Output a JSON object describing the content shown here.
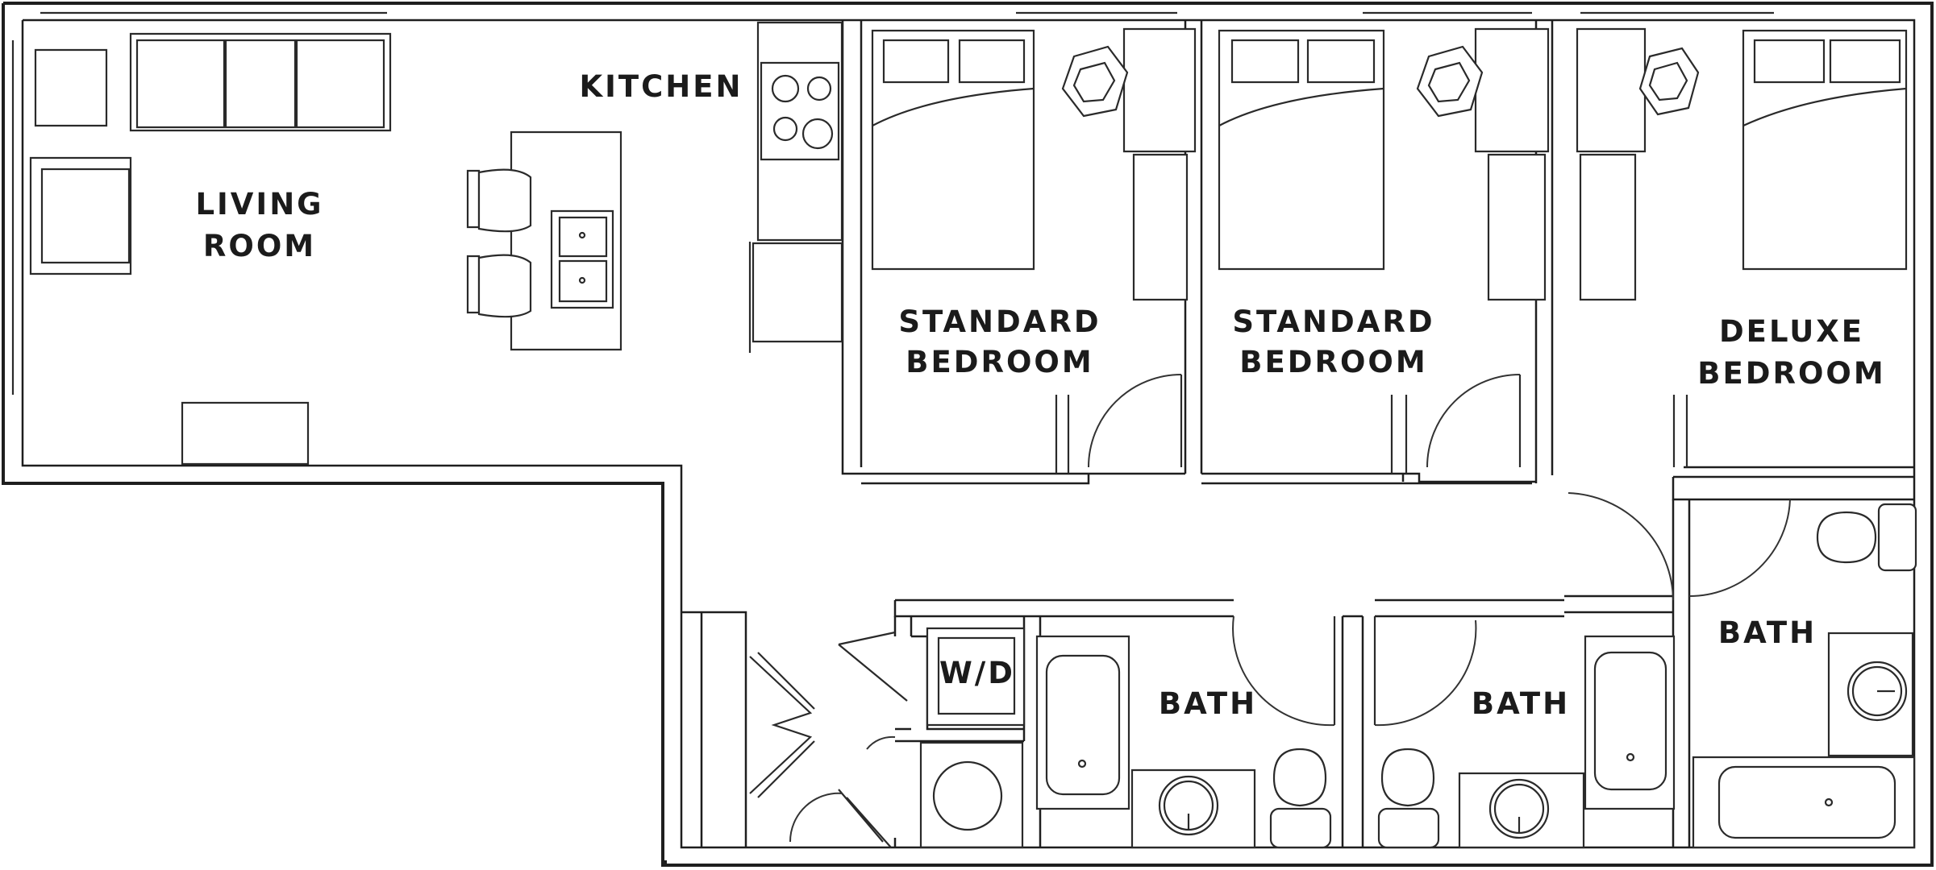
{
  "plan": {
    "rooms": {
      "living_room": {
        "line1": "LIVING",
        "line2": "ROOM"
      },
      "kitchen": {
        "label": "KITCHEN"
      },
      "standard_bedroom_1": {
        "line1": "STANDARD",
        "line2": "BEDROOM"
      },
      "standard_bedroom_2": {
        "line1": "STANDARD",
        "line2": "BEDROOM"
      },
      "deluxe_bedroom": {
        "line1": "DELUXE",
        "line2": "BEDROOM"
      },
      "bath_1": {
        "label": "BATH"
      },
      "bath_2": {
        "label": "BATH"
      },
      "bath_3": {
        "label": "BATH"
      },
      "laundry": {
        "label": "W/D"
      }
    }
  }
}
